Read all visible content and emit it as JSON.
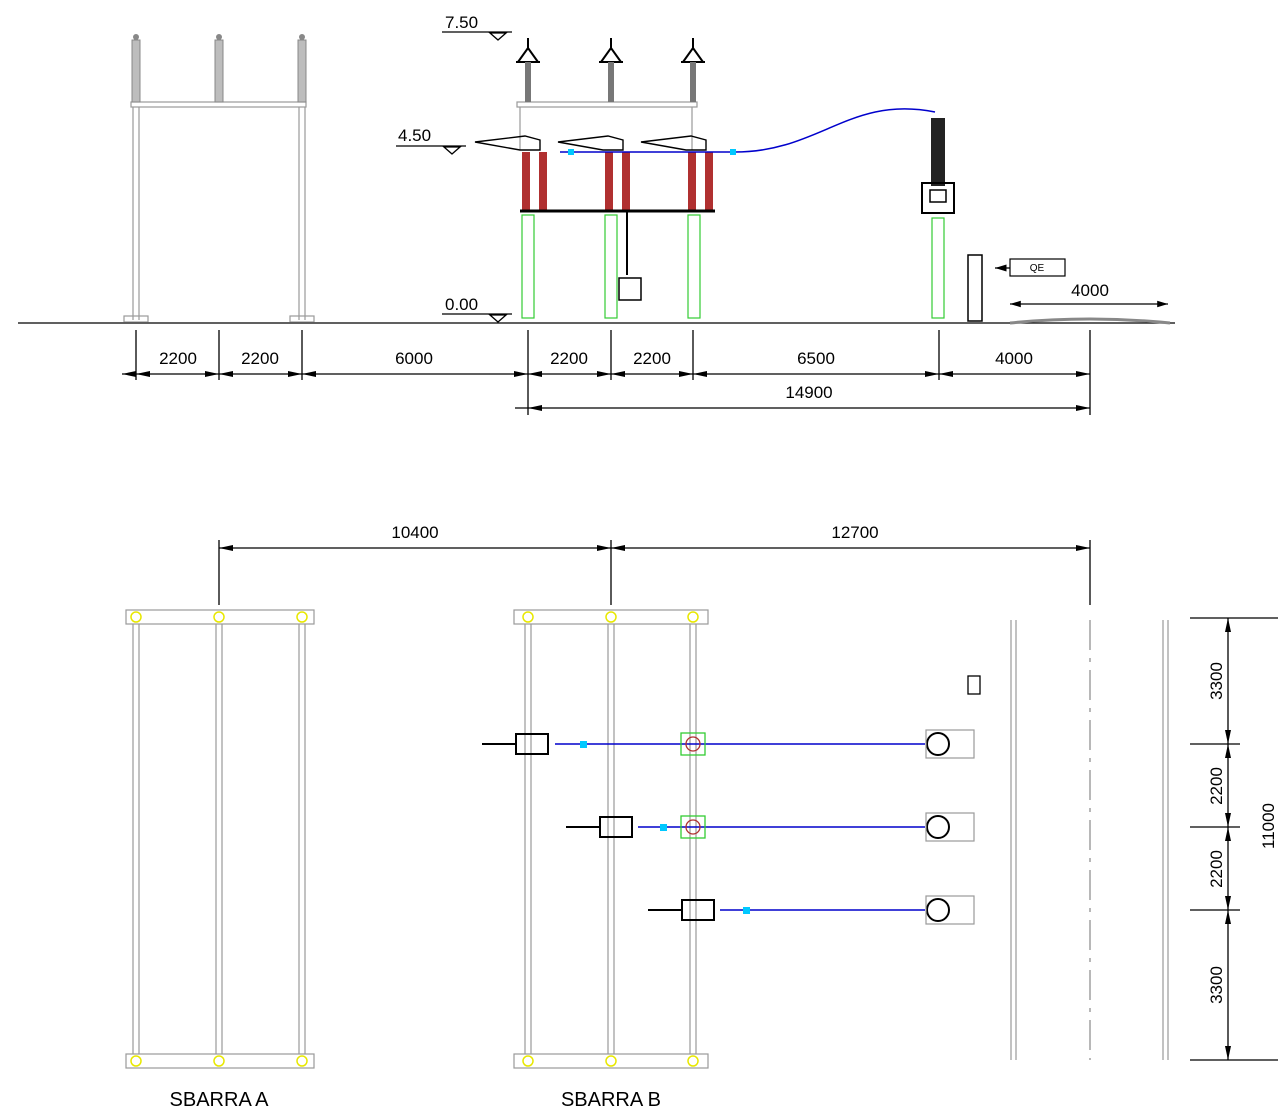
{
  "levels": {
    "top": "7.50",
    "mid": "4.50",
    "ground": "0.00"
  },
  "elevation_dims": {
    "row1": [
      "2200",
      "2200",
      "6000",
      "2200",
      "2200",
      "6500",
      "4000"
    ],
    "total": "14900",
    "road_width": "4000",
    "tag": "QE"
  },
  "plan_dims": {
    "left_span": "10400",
    "right_span": "12700",
    "vertical": [
      "3300",
      "2200",
      "2200",
      "3300"
    ],
    "vertical_total": "11000"
  },
  "labels": {
    "sbarra_a": "SBARRA  A",
    "sbarra_b": "SBARRA  B"
  },
  "colors": {
    "line": "#000000",
    "busbar_gray": "#9a9a9a",
    "support_green": "#33cc33",
    "insulator_red": "#b03030",
    "cable_blue": "#0000cc",
    "clamp_cyan": "#00c8ff",
    "marker_yellow": "#e8e800"
  }
}
